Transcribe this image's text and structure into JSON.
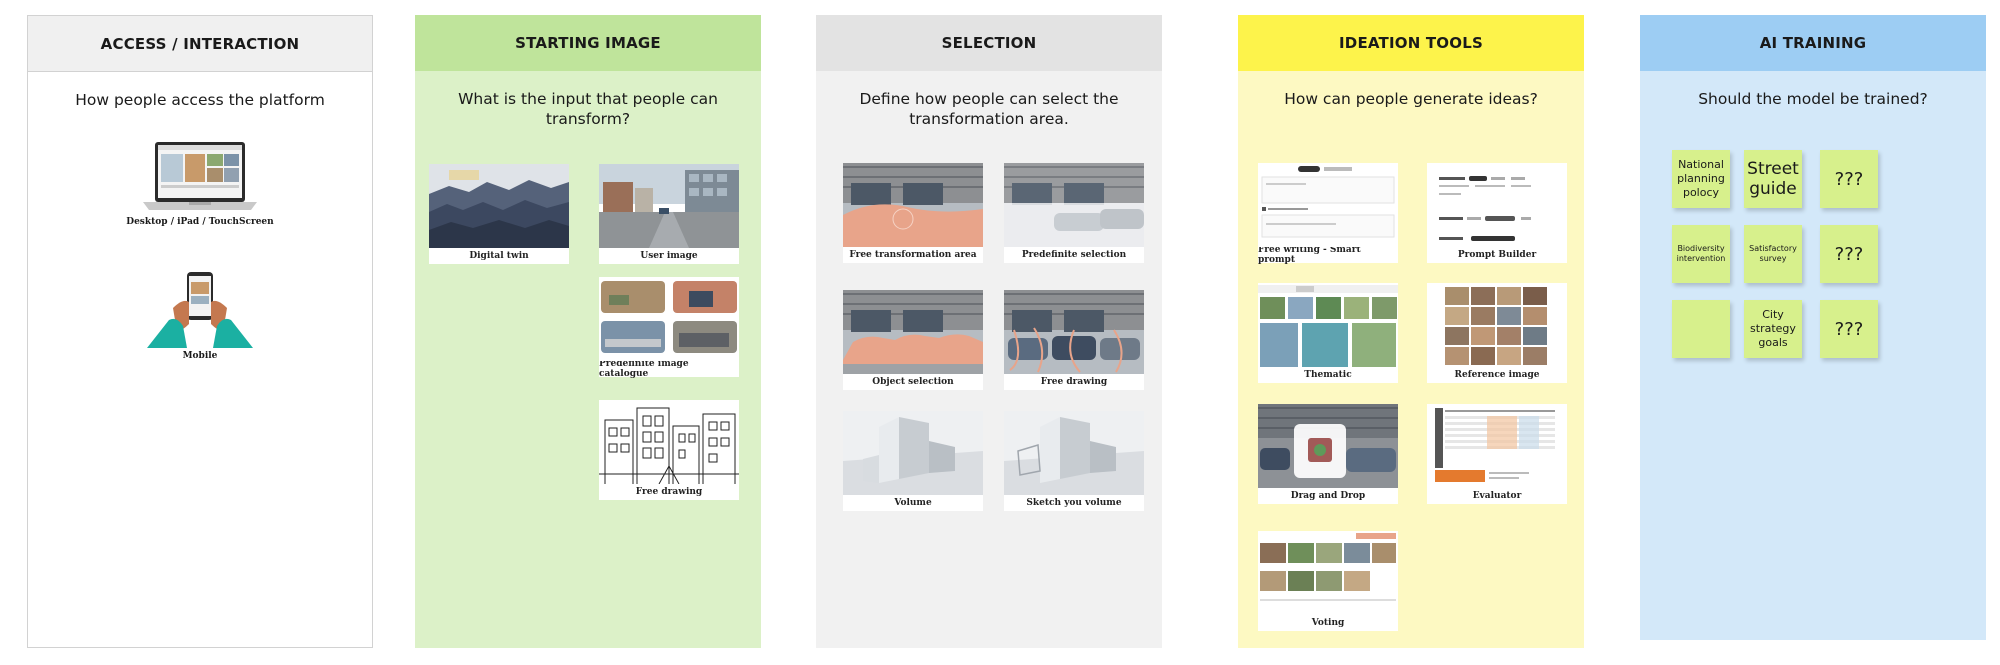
{
  "columns": {
    "access": {
      "title": "ACCESS / INTERACTION",
      "question": "How people access the platform",
      "devices": [
        "Desktop / iPad / TouchScreen",
        "Mobile"
      ]
    },
    "starting": {
      "title": "STARTING IMAGE",
      "question": "What is the input that people can transform?",
      "cards": [
        "Digital twin",
        "User image",
        "Predefinite image catalogue",
        "Free drawing"
      ]
    },
    "selection": {
      "title": "SELECTION",
      "question": "Define how people can select the transformation area.",
      "cards": [
        "Free transformation area",
        "Predefinite selection",
        "Object selection",
        "Free drawing",
        "Volume",
        "Sketch you volume"
      ]
    },
    "ideation": {
      "title": "IDEATION TOOLS",
      "question": "How can people generate ideas?",
      "cards": [
        "Free writing - Smart prompt",
        "Prompt Builder",
        "Thematic",
        "Reference image",
        "Drag and Drop",
        "Evaluator",
        "Voting"
      ]
    },
    "ai": {
      "title": "AI TRAINING",
      "question": "Should the model be trained?",
      "stickies": [
        "National planning polocy",
        "Street guide",
        "???",
        "Biodiversity intervention",
        "Satisfactory survey",
        "???",
        "",
        "City strategy goals",
        "???"
      ]
    }
  },
  "colors": {
    "access_head": "#f0f0f0",
    "starting_head": "#bfe49b",
    "starting_body": "#dcf1c8",
    "selection_head": "#e3e3e3",
    "selection_body": "#f1f1f1",
    "ideation_head": "#fdf34b",
    "ideation_body": "#fdf9c2",
    "ai_head": "#9dcdf3",
    "ai_body": "#d3e8f9",
    "sticky": "#d7f08c",
    "highlight": "#e8a48a"
  },
  "icons": [
    "laptop-icon",
    "phone-in-hands-icon"
  ]
}
